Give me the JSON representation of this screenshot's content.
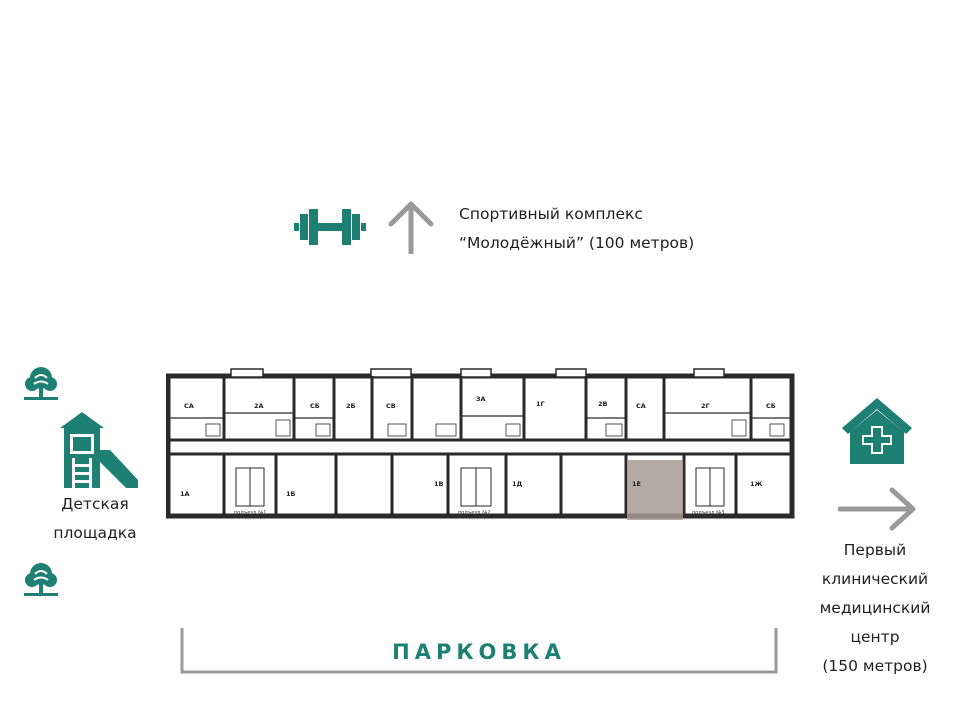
{
  "colors": {
    "accent": "#1e7f73",
    "arrow": "#9a9a9a",
    "wall": "#2a2a2a",
    "highlight": "#a89a93"
  },
  "icons": {
    "sport": "dumbbell-icon",
    "up_arrow": "arrow-up-icon",
    "tree": "tree-icon",
    "playground": "playground-icon",
    "clinic": "medical-house-icon",
    "right_arrow": "arrow-right-icon"
  },
  "sport": {
    "line1": "Спортивный комплекс",
    "line2": "“Молодёжный” (100 метров)"
  },
  "playground": {
    "line1": "Детская",
    "line2": "площадка"
  },
  "clinic": {
    "line1": "Первый",
    "line2": "клинический",
    "line3": "медицинский",
    "line4": "центр",
    "line5": "(150 метров)"
  },
  "parking": {
    "label": "ПАРКОВКА"
  },
  "floorplan": {
    "top_units": [
      "СА",
      "2А",
      "СБ",
      "2Б",
      "СВ",
      "3А",
      "1Г",
      "2В",
      "СА",
      "2Г",
      "СБ"
    ],
    "bottom_units": [
      "1А",
      "1Б",
      "1В",
      "1Д",
      "1Е",
      "1Ж"
    ],
    "entrances": [
      "подъезд №1",
      "подъезд №2",
      "подъезд №3"
    ],
    "highlighted_unit": "1Е"
  }
}
